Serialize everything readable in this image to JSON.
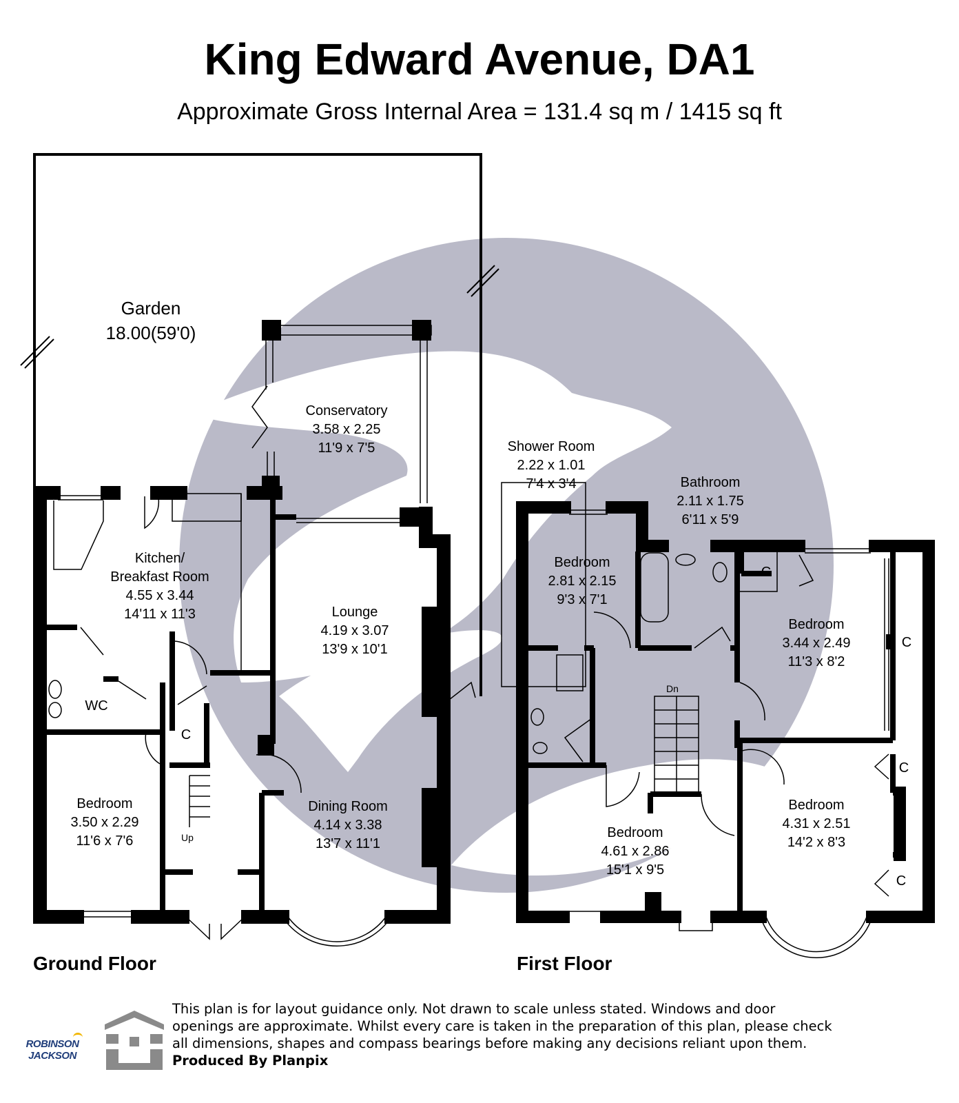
{
  "header": {
    "title": "King Edward Avenue, DA1",
    "subtitle": "Approximate Gross Internal Area = 131.4 sq m / 1415 sq ft"
  },
  "floors": {
    "ground_label": "Ground Floor",
    "first_label": "First Floor"
  },
  "ground_rooms": {
    "garden": {
      "name": "Garden",
      "dim": "18.00(59'0)"
    },
    "conservatory": {
      "name": "Conservatory",
      "metric": "3.58 x 2.25",
      "imperial": "11'9 x 7'5"
    },
    "kitchen": {
      "name1": "Kitchen/",
      "name2": "Breakfast Room",
      "metric": "4.55 x 3.44",
      "imperial": "14'11 x 11'3"
    },
    "lounge": {
      "name": "Lounge",
      "metric": "4.19 x 3.07",
      "imperial": "13'9 x 10'1"
    },
    "wc": {
      "name": "WC"
    },
    "cupboard": {
      "name": "C"
    },
    "bedroom": {
      "name": "Bedroom",
      "metric": "3.50 x 2.29",
      "imperial": "11'6 x 7'6"
    },
    "dining": {
      "name": "Dining Room",
      "metric": "4.14 x 3.38",
      "imperial": "13'7 x 11'1"
    },
    "stairs": {
      "label": "Up"
    }
  },
  "first_rooms": {
    "shower": {
      "name": "Shower Room",
      "metric": "2.22 x 1.01",
      "imperial": "7'4 x 3'4"
    },
    "bathroom": {
      "name": "Bathroom",
      "metric": "2.11 x 1.75",
      "imperial": "6'11 x 5'9"
    },
    "bedroom_small": {
      "name": "Bedroom",
      "metric": "2.81 x 2.15",
      "imperial": "9'3 x 7'1"
    },
    "bedroom_right_top": {
      "name": "Bedroom",
      "metric": "3.44 x 2.49",
      "imperial": "11'3 x 8'2"
    },
    "bedroom_front_left": {
      "name": "Bedroom",
      "metric": "4.61 x 2.86",
      "imperial": "15'1 x 9'5"
    },
    "bedroom_front_right": {
      "name": "Bedroom",
      "metric": "4.31 x 2.51",
      "imperial": "14'2 x 8'3"
    },
    "cupboard_label": "C",
    "stairs": {
      "label": "Dn"
    }
  },
  "footer": {
    "disclaimer": "This plan is for layout guidance only. Not drawn to scale unless stated. Windows and door openings are approximate. Whilst every care is taken in the preparation of this plan, please check all dimensions, shapes and compass bearings before making any decisions reliant upon them.",
    "producer": "Produced By Planpix",
    "brand_line1": "ROBINSON",
    "brand_line2": "JACKSON"
  },
  "colors": {
    "wall": "#000000",
    "watermark": "#babac8",
    "text": "#000000",
    "logo_grey": "#8a8a8a",
    "brand_blue": "#1f3d7a",
    "brand_yellow": "#f2b705"
  }
}
